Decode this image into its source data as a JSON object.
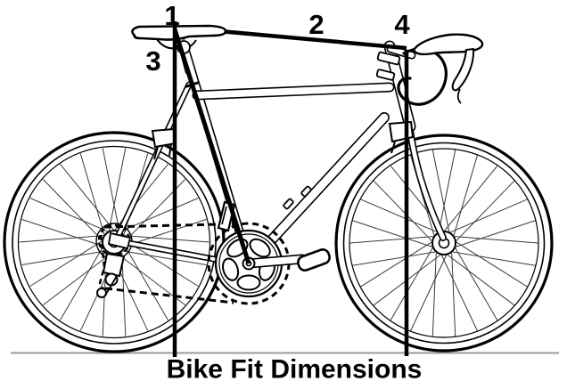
{
  "diagram": {
    "title_caption": "Bike Fit Dimensions",
    "labels": {
      "l1": "1",
      "l2": "2",
      "l3": "3",
      "l4": "4"
    },
    "colors": {
      "ink": "#000000",
      "spoke": "#3a3a3a",
      "ground": "#999999",
      "background": "#ffffff"
    }
  }
}
